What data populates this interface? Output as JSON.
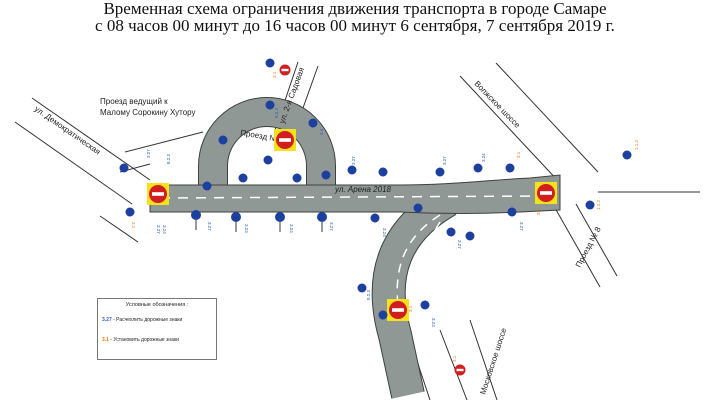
{
  "title": {
    "line1": "Временная схема ограничения движения транспорта в городе Самаре",
    "line2": "с 08 часов 00 минут до 16 часов 00 минут 6 сентября, 7 сентября 2019 г."
  },
  "streets": {
    "demokraticheskaya": "ул. Демократическая",
    "proezd_header": "Проезд ведущий к",
    "proezd_header2": "Малому Сорокину Хутору",
    "vtoraya_sadovaya": "ул. 2-я Садовая",
    "proezd_n": "Проезд №",
    "arena": "ул. Арена 2018",
    "volzhskoe": "Волжское шоссе",
    "proezd8": "Проезд № 8",
    "moskovskoe": "Московское шоссе"
  },
  "legend": {
    "heading": "Условные обозначения :",
    "item1_code": "3.27",
    "item1_text": "- Расчехлить дорожные знаки",
    "item2_code": "3.1",
    "item2_text": "- Установить дорожные знаки"
  },
  "sign_codes": {
    "a": "3.27",
    "b": "3.24",
    "c": "3.1",
    "d": "8.2.3",
    "e": "3.4",
    "f": "1.1.2"
  },
  "colors": {
    "road": "#8f9894",
    "road_edge": "#3c4240",
    "lane_mark": "#ffffff",
    "outline": "#333333",
    "no_entry": "#d21e1e",
    "sign_blue": "#1d3f9e",
    "highlight": "#f5e21a",
    "code_blue": "#2a5fb8",
    "code_orange": "#e07b10"
  }
}
